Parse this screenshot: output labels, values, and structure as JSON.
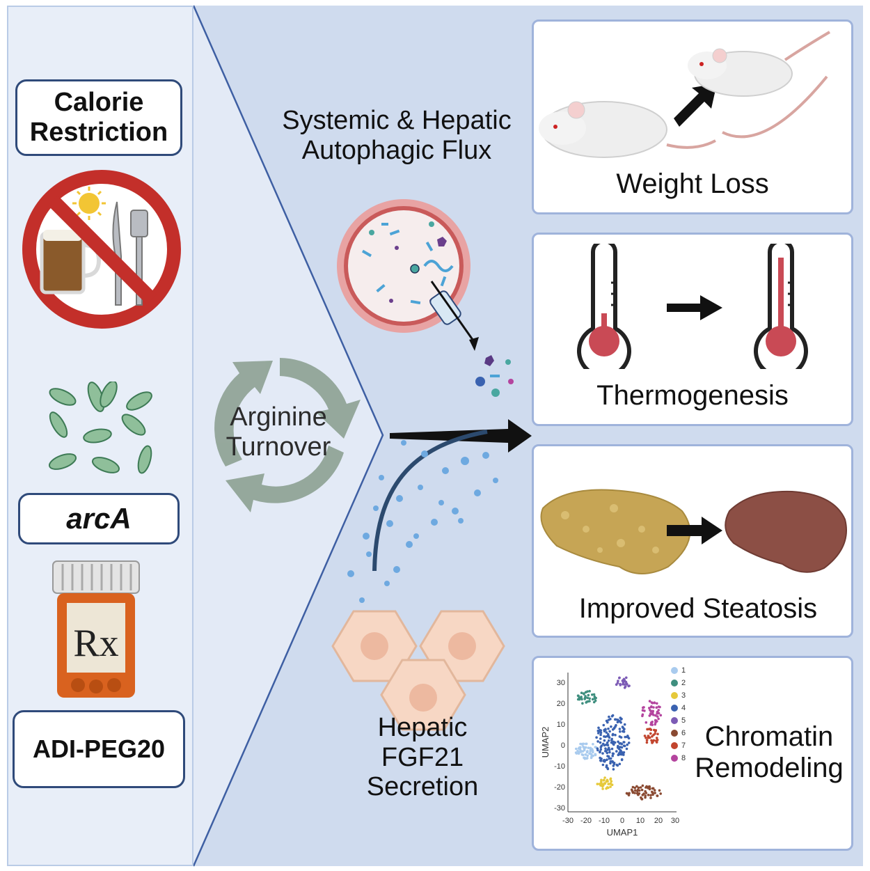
{
  "left": {
    "calorie_restriction": "Calorie\nRestriction",
    "arca": "arcA",
    "rx": "Rx",
    "adi_peg20": "ADI-PEG20"
  },
  "middle": {
    "arginine_turnover": "Arginine\nTurnover",
    "autophagic_flux": "Systemic & Hepatic\nAutophagic Flux",
    "fgf21": "Hepatic\nFGF21\nSecretion"
  },
  "outcomes": {
    "weight_loss": "Weight Loss",
    "thermogenesis": "Thermogenesis",
    "steatosis": "Improved Steatosis",
    "chromatin": "Chromatin\nRemodeling"
  },
  "umap": {
    "xlabel": "UMAP1",
    "ylabel": "UMAP2",
    "x_ticks": [
      "-30",
      "-20",
      "-10",
      "0",
      "10",
      "20",
      "30"
    ],
    "y_ticks": [
      "30",
      "20",
      "10",
      "0",
      "-10",
      "-20",
      "-30"
    ],
    "legend": [
      {
        "label": "1",
        "color": "#a9cbee"
      },
      {
        "label": "2",
        "color": "#3f8f7f"
      },
      {
        "label": "3",
        "color": "#e6c93a"
      },
      {
        "label": "4",
        "color": "#3a62b0"
      },
      {
        "label": "5",
        "color": "#7c5bb5"
      },
      {
        "label": "6",
        "color": "#8a4a32"
      },
      {
        "label": "7",
        "color": "#c2452e"
      },
      {
        "label": "8",
        "color": "#b4449e"
      }
    ]
  },
  "colors": {
    "panel_border": "#2f4a7a",
    "outcome_border": "#9fb3db",
    "middle_bg": "#cfdbee",
    "left_bg": "#e8eef8"
  }
}
